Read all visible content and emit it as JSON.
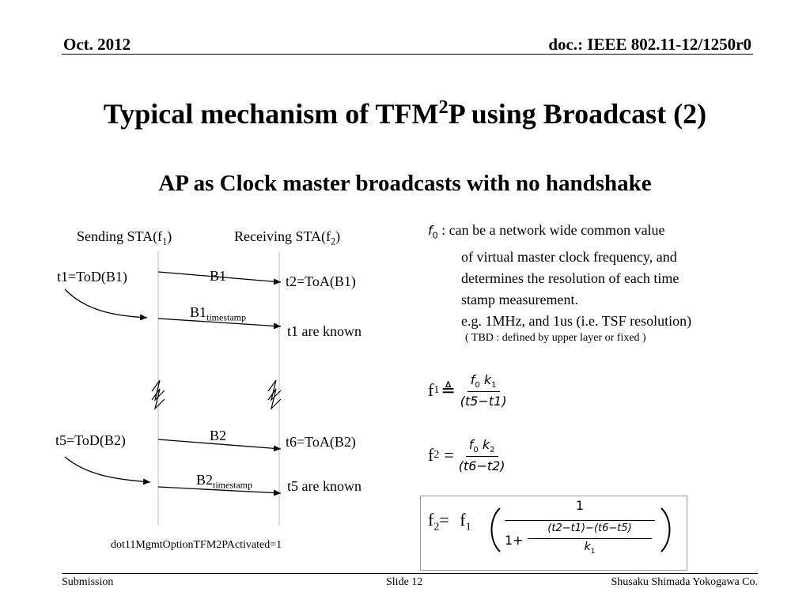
{
  "header": {
    "date": "Oct. 2012",
    "doc": "doc.: IEEE 802.11-12/1250r0"
  },
  "title": {
    "pre": "Typical mechanism of TFM",
    "sup": "2",
    "post": "P using Broadcast (2)"
  },
  "subtitle": "AP as Clock master broadcasts with no handshake",
  "diagram": {
    "sending": {
      "text": "Sending STA(f",
      "sub": "1",
      "close": ")"
    },
    "receiving": {
      "text": "Receiving STA(f",
      "sub": "2",
      "close": ")"
    },
    "t1": "t1=ToD(B1)",
    "b1": "B1",
    "t2": "t2=ToA(B1)",
    "b1ts": {
      "text": "B1",
      "sub": "timestamp"
    },
    "t1known": "t1 are known",
    "t5": "t5=ToD(B2)",
    "b2": "B2",
    "t6": "t6=ToA(B2)",
    "b2ts": {
      "text": "B2",
      "sub": "timestamp"
    },
    "t5known": "t5 are known",
    "mib": "dot11MgmtOptionTFM2PActivated=1"
  },
  "note": {
    "f0": "f",
    "f0sub": "0",
    "line1": " : can be a network wide common value",
    "line2": "of virtual master clock frequency, and",
    "line3": "determines the resolution of each time",
    "line4": "stamp measurement.",
    "line5": "e.g. 1MHz, and 1us (i.e. TSF resolution)",
    "tbd": "( TBD : defined by upper layer or fixed )"
  },
  "equations": {
    "eq1": {
      "lhs": "f",
      "lhs_sub": "1",
      "op": "≜",
      "num": "f",
      "num_sub0": "0",
      "num_k": "k",
      "num_sub1": "1",
      "den": "(t5−t1)"
    },
    "eq2": {
      "lhs": "f",
      "lhs_sub": "2",
      "op": "=",
      "num": "f",
      "num_sub0": "0",
      "num_k": "k",
      "num_sub2": "2",
      "den": "(t6−t2)"
    },
    "eq3": {
      "lhs": "f",
      "lhs_sub": "2",
      "op": "=",
      "f1": "f",
      "f1_sub": "1",
      "one": "1",
      "den_one": "1+",
      "inner_num": "(t2−t1)−(t6−t5)",
      "inner_den": "k",
      "inner_den_sub": "1"
    }
  },
  "footer": {
    "left": "Submission",
    "center": "Slide 12",
    "right": "Shusaku Shimada Yokogawa Co."
  },
  "colors": {
    "text": "#000000",
    "background": "#ffffff",
    "box_border": "#9a9a9a",
    "timeline": "#dddddd"
  }
}
